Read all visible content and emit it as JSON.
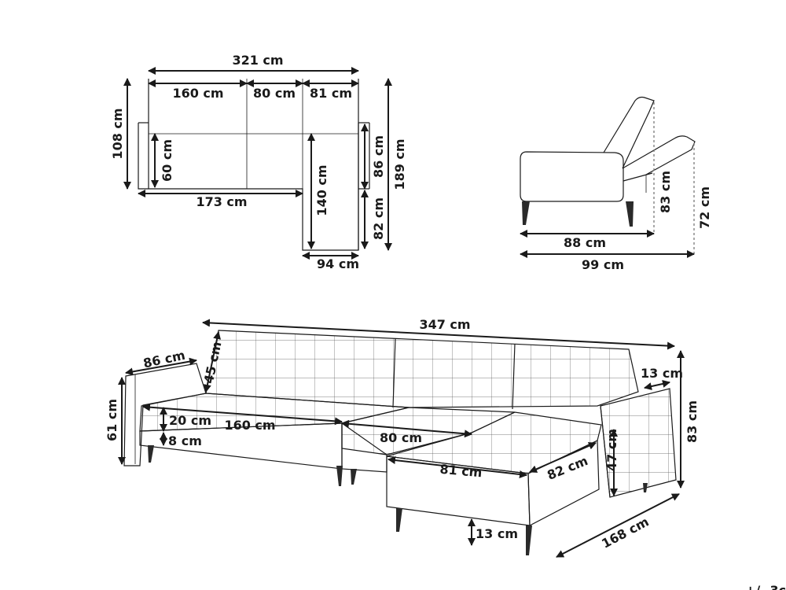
{
  "top_view": {
    "width_total": "321 cm",
    "section_left": "160 cm",
    "section_mid": "80 cm",
    "section_right": "81 cm",
    "depth_left": "108 cm",
    "seat_depth": "60 cm",
    "base_length": "173 cm",
    "chaise_length": "140 cm",
    "right_upper": "86 cm",
    "right_lower": "82 cm",
    "overall_depth": "189 cm",
    "chaise_width": "94 cm"
  },
  "side_view": {
    "seat_depth": "88 cm",
    "total_depth": "99 cm",
    "back_height": "83 cm",
    "recline_height": "72 cm"
  },
  "perspective_view": {
    "overall_width": "347 cm",
    "arm_depth": "86 cm",
    "back_height": "45 cm",
    "arm_height": "61 cm",
    "cushion_height": "20 cm",
    "leg_height_left": "8 cm",
    "seat_left": "160 cm",
    "seat_mid": "80 cm",
    "chaise_front": "81 cm",
    "chaise_side": "82 cm",
    "armrest_width": "13 cm",
    "total_height": "83 cm",
    "armrest_height": "47 cm",
    "leg_height_right": "13 cm",
    "chaise_depth": "168 cm"
  },
  "corner_fragment": "+/- 3c"
}
